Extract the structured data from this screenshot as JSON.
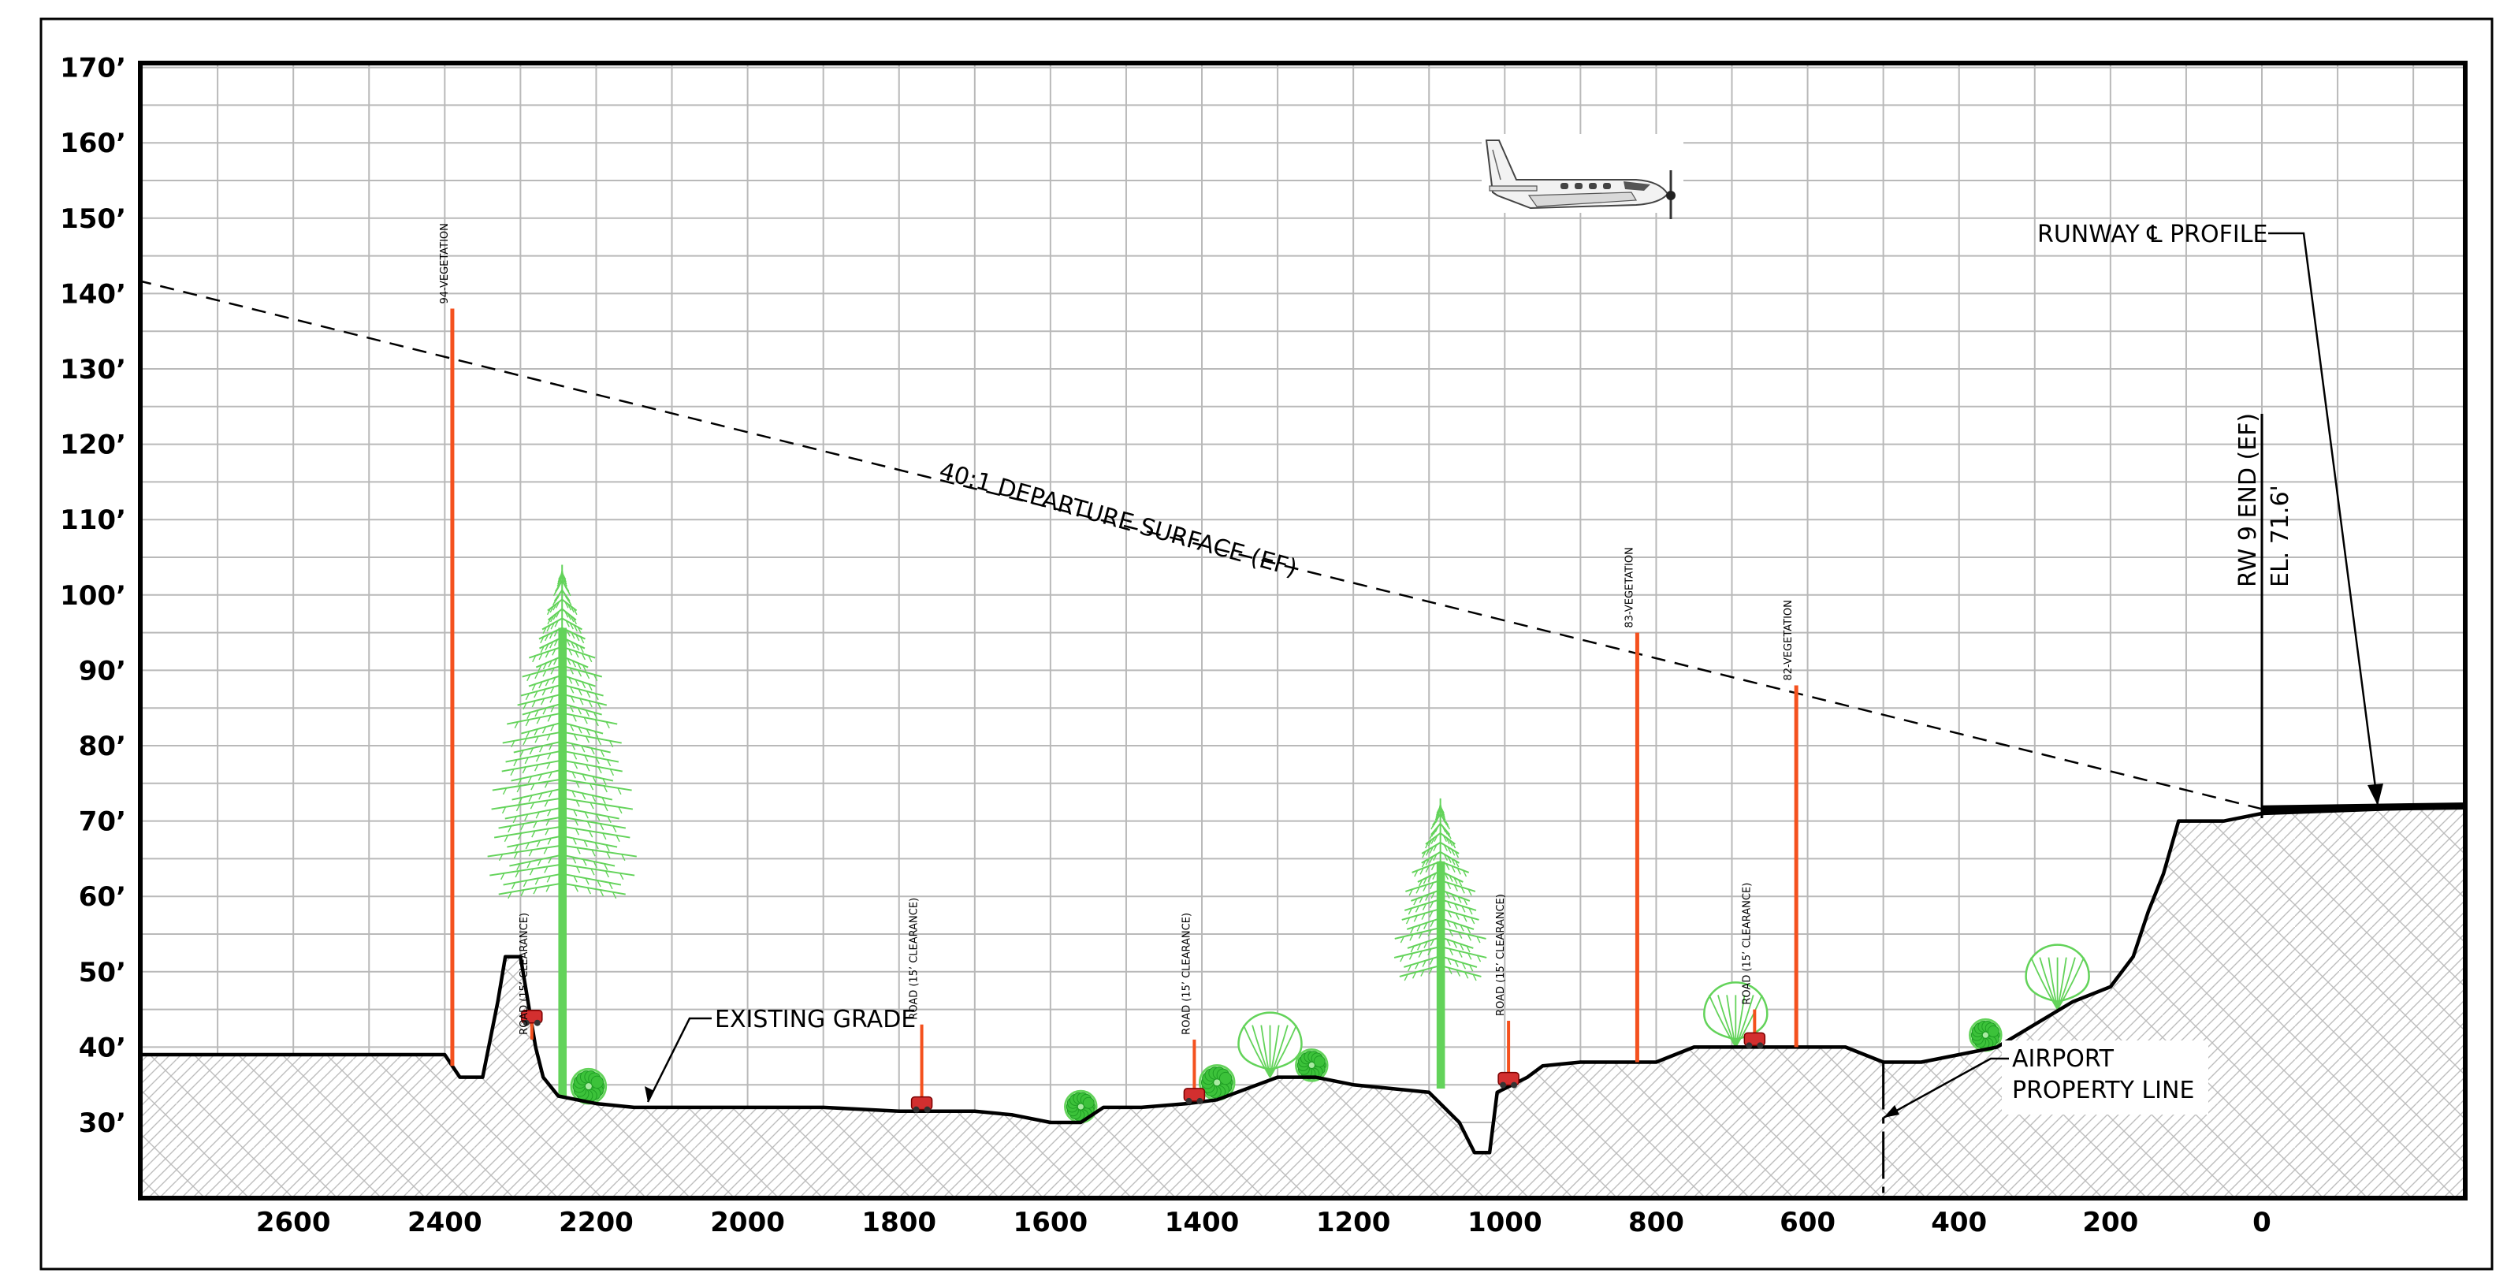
{
  "chart_data": {
    "type": "line",
    "title": "",
    "xlabel": "",
    "ylabel": "",
    "x_ticks": [
      2600,
      2400,
      2200,
      2000,
      1800,
      1600,
      1400,
      1200,
      1000,
      800,
      600,
      400,
      200,
      0
    ],
    "x_tick_labels": [
      "2600",
      "2400",
      "2200",
      "2000",
      "1800",
      "1600",
      "1400",
      "1200",
      "1000",
      "800",
      "600",
      "400",
      "200",
      "0"
    ],
    "y_ticks": [
      30,
      40,
      50,
      60,
      70,
      80,
      90,
      100,
      110,
      120,
      130,
      140,
      150,
      160,
      170
    ],
    "y_tick_labels": [
      "30’",
      "40’",
      "50’",
      "60’",
      "70’",
      "80’",
      "90’",
      "100’",
      "110’",
      "120’",
      "130’",
      "140’",
      "150’",
      "160’",
      "170’"
    ],
    "xlim": [
      2800,
      -270
    ],
    "ylim": [
      20,
      170
    ],
    "x_reversed": true,
    "grid": true,
    "series": [
      {
        "name": "EXISTING GRADE",
        "x": [
          2800,
          2400,
          2380,
          2350,
          2330,
          2320,
          2300,
          2280,
          2270,
          2250,
          2225,
          2200,
          2150,
          2100,
          2000,
          1900,
          1800,
          1700,
          1650,
          1600,
          1560,
          1530,
          1480,
          1420,
          1380,
          1300,
          1250,
          1200,
          1150,
          1100,
          1060,
          1040,
          1020,
          1010,
          990,
          970,
          950,
          900,
          850,
          800,
          750,
          700,
          650,
          600,
          550,
          500,
          450,
          400,
          350,
          300,
          250,
          200,
          170,
          150,
          130,
          110,
          80,
          50,
          0,
          -270
        ],
        "y": [
          39,
          39,
          36,
          36,
          46,
          52,
          52,
          40,
          36,
          33.5,
          33,
          32.5,
          32,
          32,
          32,
          32,
          31.5,
          31.5,
          31,
          30,
          30,
          32,
          32,
          32.5,
          33,
          36,
          36,
          35,
          34.5,
          34,
          30,
          26,
          26,
          34,
          35,
          36,
          37.5,
          38,
          38,
          38,
          40,
          40,
          40,
          40,
          40,
          38,
          38,
          39,
          40,
          43,
          46,
          48,
          52,
          58,
          63,
          70,
          70,
          70,
          71,
          72
        ]
      },
      {
        "name": "40:1 DEPARTURE SURFACE (EF)",
        "x": [
          0,
          2800
        ],
        "y": [
          71.6,
          141.6
        ]
      }
    ],
    "obstructions": [
      {
        "x": 2390,
        "top": 138,
        "label": "94-VEGETATION"
      },
      {
        "x": 825,
        "top": 95,
        "label": "83-VEGETATION"
      },
      {
        "x": 615,
        "top": 88,
        "label": "82-VEGETATION"
      },
      {
        "x": 2285,
        "top": 41,
        "label": "ROAD (15’ CLEARANCE)"
      },
      {
        "x": 1770,
        "top": 43,
        "label": "ROAD (15’ CLEARANCE)"
      },
      {
        "x": 1410,
        "top": 41,
        "label": "ROAD (15’ CLEARANCE)"
      },
      {
        "x": 995,
        "top": 43.5,
        "label": "ROAD (15’ CLEARANCE)"
      },
      {
        "x": 670,
        "top": 45,
        "label": "ROAD (15’ CLEARANCE)"
      }
    ],
    "annotations": {
      "departure_surface": "40:1 DEPARTURE SURFACE (EF)",
      "existing_grade": "EXISTING GRADE",
      "runway_profile": "RUNWAY ℄ PROFILE",
      "rw_end": "RW 9 END (EF)",
      "rw_elev": "EL. 71.6'",
      "property_line_1": "AIRPORT",
      "property_line_2": "PROPERTY LINE"
    },
    "property_line_x": 500,
    "runway_end_x": 0,
    "runway_end_elevation": 71.6,
    "colors": {
      "grade": "#000000",
      "obstruction": "#f4511e",
      "vegetation": "#63d35a",
      "grid": "#b9b9b9",
      "road_marker": "#d32f2f"
    }
  }
}
